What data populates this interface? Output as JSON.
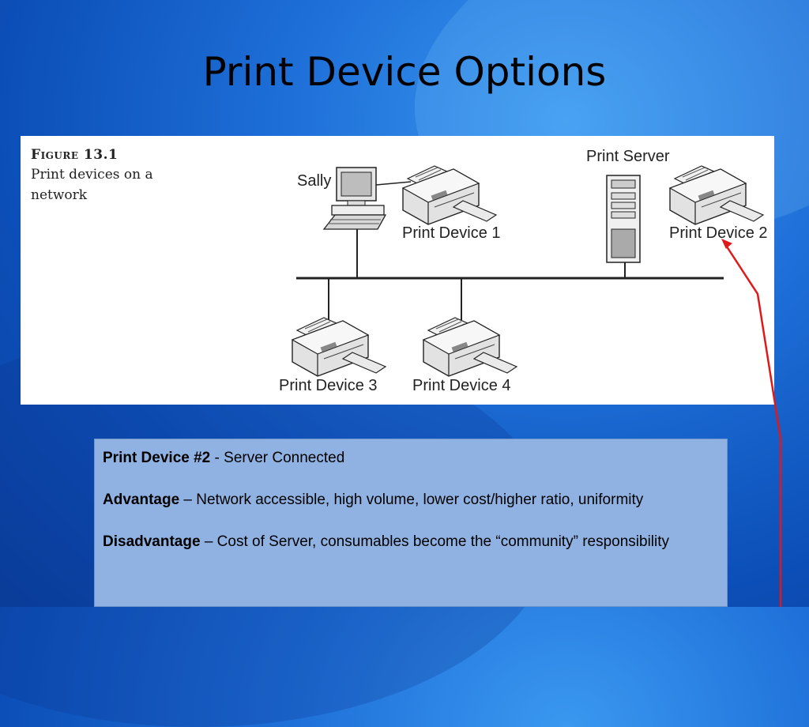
{
  "slide": {
    "title": "Print Device Options"
  },
  "figure": {
    "number": "Figure 13.1",
    "caption": "Print devices on a network",
    "labels": {
      "sally": "Sally",
      "print_server": "Print Server",
      "device1": "Print Device 1",
      "device2": "Print Device 2",
      "device3": "Print Device 3",
      "device4": "Print Device 4"
    }
  },
  "info": {
    "device_heading": "Print Device #2",
    "device_sep": " -  ",
    "device_type": "Server Connected",
    "advantage_label": "Advantage",
    "advantage_text": " – Network accessible, high volume, lower cost/higher ratio, uniformity",
    "disadvantage_label": "Disadvantage",
    "disadvantage_text": " – Cost of Server, consumables become  the “community” responsibility"
  },
  "colors": {
    "arrow": "#e01818",
    "info_bg": "#8fb2e2"
  }
}
